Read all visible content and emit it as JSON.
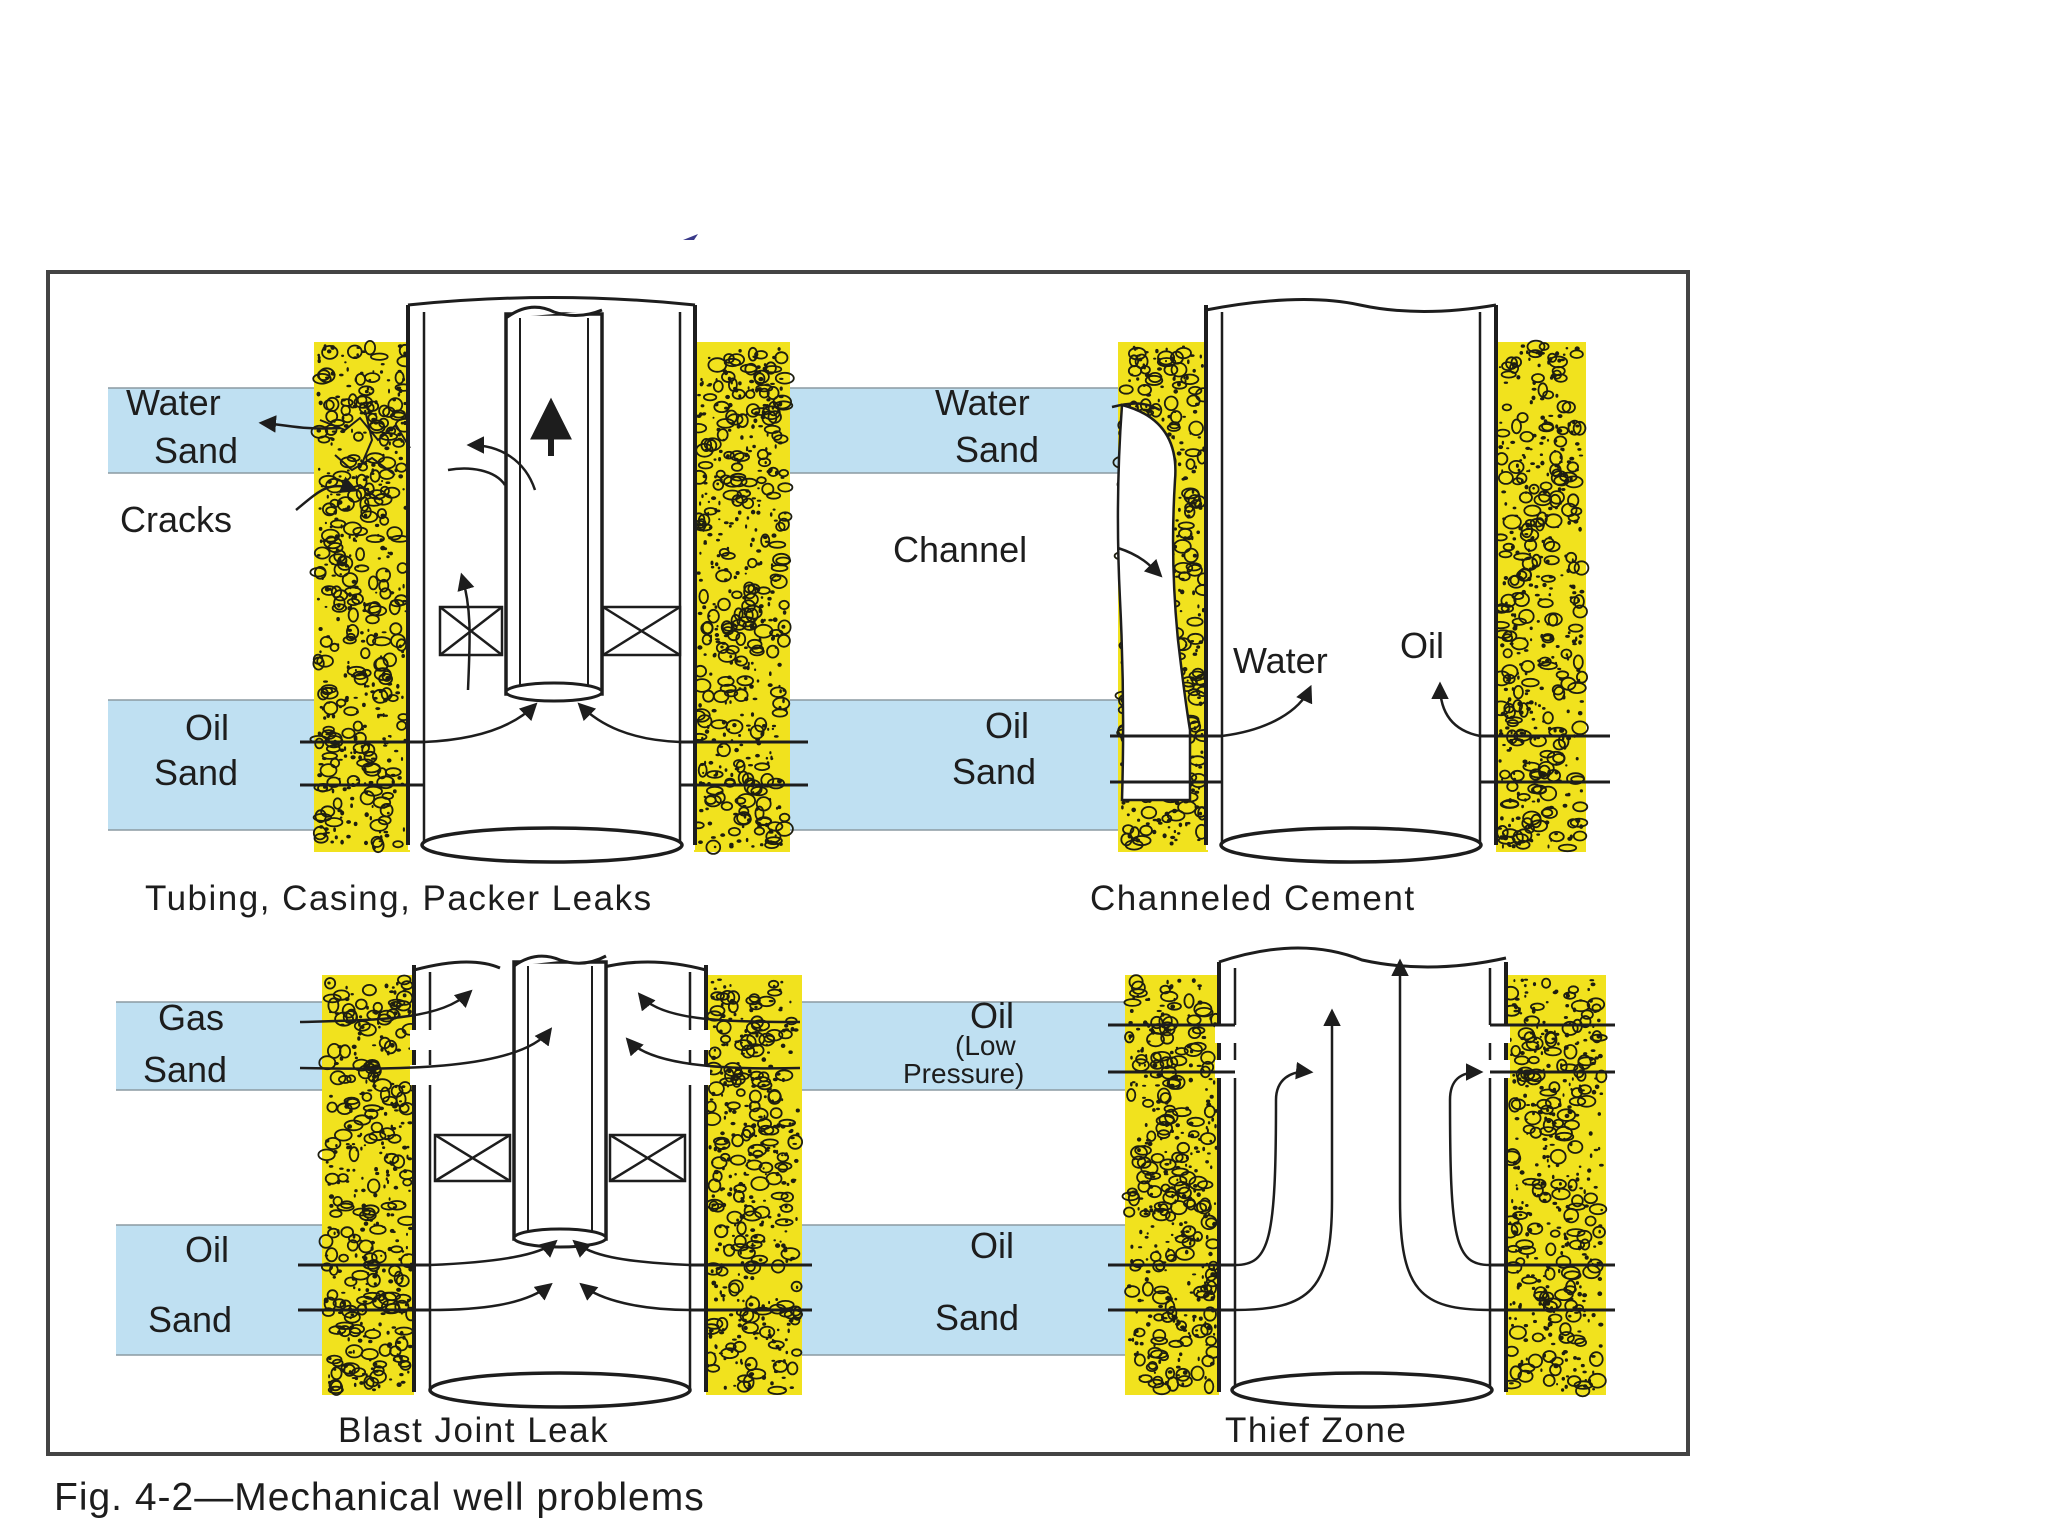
{
  "caption": "Fig. 4-2—Mechanical well problems",
  "colors": {
    "sand_band": "#bfe0f2",
    "cement": "#f1e21e",
    "pebble": "#1e1e10",
    "ink": "#1d1d1d",
    "frame": "#444444"
  },
  "panels": [
    {
      "title": "Tubing, Casing, Packer Leaks",
      "labels": {
        "water": "Water",
        "sand_1": "Sand",
        "cracks": "Cracks",
        "oil": "Oil",
        "sand_2": "Sand"
      }
    },
    {
      "title": "Channeled Cement",
      "labels": {
        "water": "Water",
        "sand_1": "Sand",
        "channel": "Channel",
        "inner_water": "Water",
        "inner_oil": "Oil",
        "oil": "Oil",
        "sand_2": "Sand"
      }
    },
    {
      "title": "Blast Joint Leak",
      "labels": {
        "gas": "Gas",
        "sand_1": "Sand",
        "oil": "Oil",
        "sand_2": "Sand"
      }
    },
    {
      "title": "Thief Zone",
      "labels": {
        "oil": "Oil",
        "low": "(Low",
        "pressure": "Pressure)",
        "oil_2": "Oil",
        "sand_2": "Sand"
      }
    }
  ]
}
